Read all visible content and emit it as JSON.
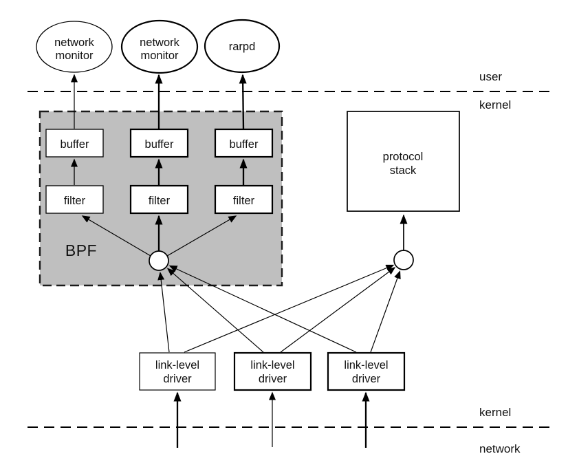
{
  "colors": {
    "bpf_fill": "#bfbfbf",
    "stroke": "#000000",
    "background": "#ffffff"
  },
  "regions": {
    "user": "user",
    "kernel_upper": "kernel",
    "kernel_lower": "kernel",
    "network": "network"
  },
  "bpf": {
    "label": "BPF",
    "buffer1": "buffer",
    "buffer2": "buffer",
    "buffer3": "buffer",
    "filter1": "filter",
    "filter2": "filter",
    "filter3": "filter"
  },
  "processes": {
    "monitor1_line1": "network",
    "monitor1_line2": "monitor",
    "monitor2_line1": "network",
    "monitor2_line2": "monitor",
    "rarpd": "rarpd"
  },
  "protocol_stack": {
    "line1": "protocol",
    "line2": "stack"
  },
  "drivers": {
    "driver1_line1": "link-level",
    "driver1_line2": "driver",
    "driver2_line1": "link-level",
    "driver2_line2": "driver",
    "driver3_line1": "link-level",
    "driver3_line2": "driver"
  }
}
